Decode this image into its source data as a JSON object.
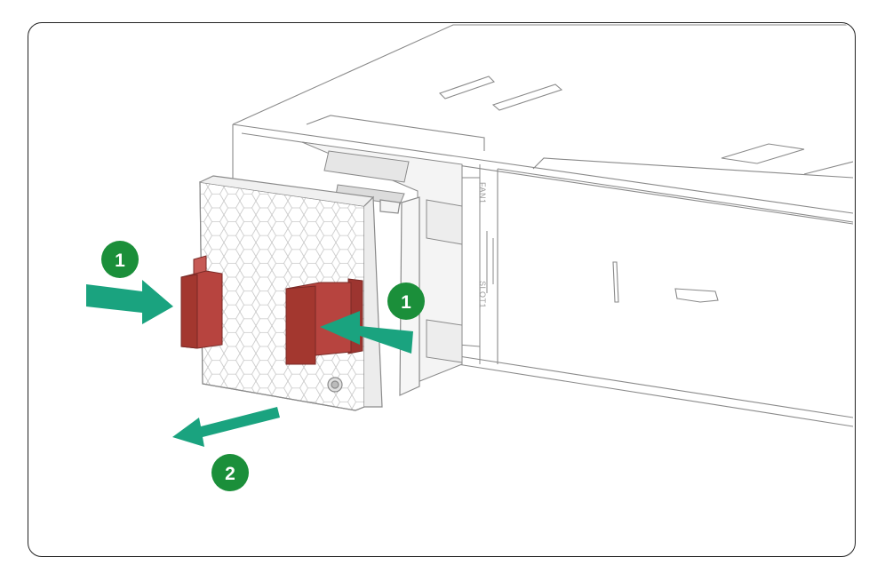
{
  "callouts": {
    "left_handle_step": "1",
    "right_handle_step": "1",
    "pull_step": "2"
  },
  "slot_labels": {
    "fan": "FAN1",
    "slot": "SLOT1"
  },
  "colors": {
    "arrow": "#1aa37f",
    "callout": "#1b8f3a",
    "handle": "#b7443f",
    "line": "#8a8a8a"
  }
}
